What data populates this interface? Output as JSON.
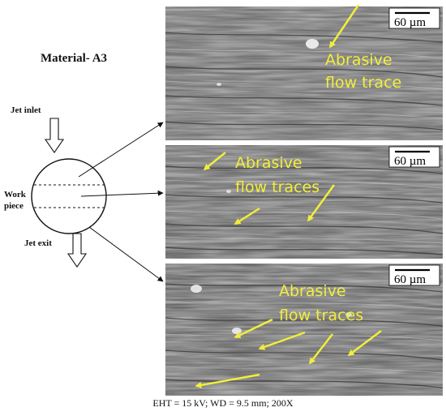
{
  "material_title": "Material- A3",
  "workpiece": {
    "jet_inlet": "Jet inlet",
    "jet_exit": "Jet exit",
    "label_line1": "Work",
    "label_line2": "piece"
  },
  "panels": [
    {
      "scale_label": "60 µm",
      "annotation_line1": "Abrasive",
      "annotation_line2": "flow trace"
    },
    {
      "scale_label": "60 µm",
      "annotation_line1": "Abrasive",
      "annotation_line2": "flow traces"
    },
    {
      "scale_label": "60 µm",
      "annotation_line1": "Abrasive",
      "annotation_line2": "flow traces"
    }
  ],
  "caption": "EHT = 15 kV; WD = 9.5 mm;  200X",
  "colors": {
    "annotation": "#f2ee3a",
    "sem_base": "#6e6e6e"
  }
}
